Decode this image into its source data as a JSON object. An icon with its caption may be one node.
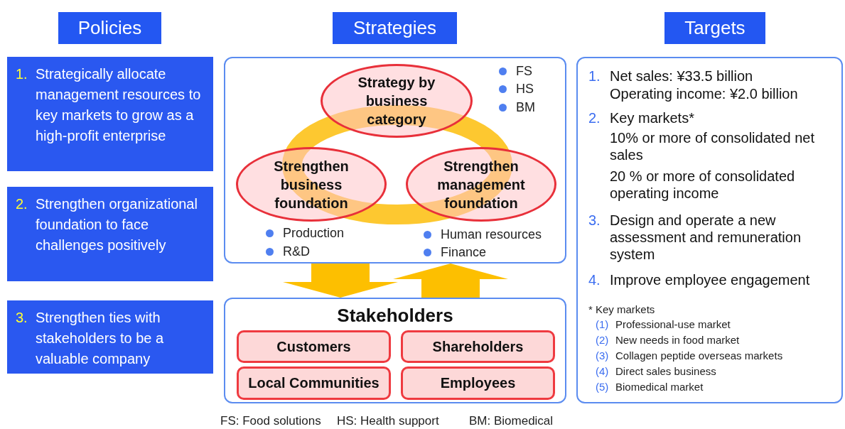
{
  "diagram": {
    "nodes": [
      {
        "text": [
          "Policies"
        ]
      },
      {
        "text": [
          "Strategies"
        ]
      },
      {
        "text": [
          "Targets"
        ]
      },
      {
        "text": [
          "1.",
          "Strategically allocate management resources to key markets to grow as a high-profit enterprise"
        ]
      },
      {
        "text": [
          "2.",
          "Strengthen organizational foundation to face challenges positively"
        ]
      },
      {
        "text": [
          "3.",
          "Strengthen ties with stakeholders to be a valuable company"
        ]
      },
      {
        "text": [],
        "shape": "box"
      },
      {
        "text": [
          "Strategy by business category"
        ],
        "in": 6,
        "beside": [
          "FS",
          "HS",
          "BM"
        ]
      },
      {
        "text": [
          "Strengthen business foundation"
        ],
        "in": 6,
        "beside": [
          "Production",
          "R&D"
        ]
      },
      {
        "text": [
          "Strengthen management foundation"
        ],
        "in": 6,
        "beside": [
          "Human resources",
          "Finance"
        ]
      },
      {
        "text": [
          "Stakeholders"
        ]
      },
      {
        "text": [
          "Customers"
        ],
        "in": 10
      },
      {
        "text": [
          "Shareholders"
        ],
        "in": 10
      },
      {
        "text": [
          "Local Communities"
        ],
        "in": 10
      },
      {
        "text": [
          "Employees"
        ],
        "in": 10
      },
      {
        "text": [
          "1.",
          "Net sales: ¥33.5 billion",
          "Operating income: ¥2.0 billion",
          "2.",
          "Key markets*",
          "10% or more of consolidated net sales",
          "20 % or more of consolidated operating income",
          "3.",
          "Design and operate a new assessment and remuneration system",
          "4.",
          "Improve employee engagement",
          "* Key markets",
          "(1)",
          "Professional-use market",
          "(2)",
          "New needs in food market",
          "(3)",
          "Collagen peptide overseas markets",
          "(4)",
          "Direct sales business",
          "(5)",
          "Biomedical market"
        ]
      }
    ],
    "edges": [
      {
        "from": 6,
        "to": 10,
        "arrow": "to"
      },
      {
        "from": 10,
        "to": 6,
        "arrow": "to"
      }
    ],
    "labels": [
      "FS: Food solutions",
      "HS: Health support",
      "BM: Biomedical"
    ]
  }
}
